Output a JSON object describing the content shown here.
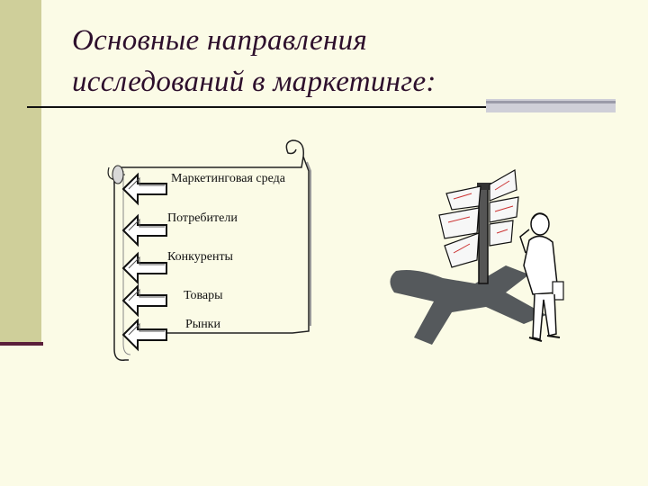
{
  "slide": {
    "title_line1": "Основные направления",
    "title_line2": "исследований в маркетинге:"
  },
  "directions": {
    "items": [
      {
        "label": "Маркетинговая среда"
      },
      {
        "label": "Потребители"
      },
      {
        "label": "Конкуренты"
      },
      {
        "label": "Товары"
      },
      {
        "label": "Рынки"
      }
    ]
  },
  "icons": {
    "scroll": "scroll-icon",
    "arrow": "arrow-left-icon",
    "signpost": "signpost-illustration"
  },
  "colors": {
    "background": "#fbfbe6",
    "side_bar": "#cfcf9a",
    "title_text": "#2d0f2c",
    "accent_line": "#5a1e3a"
  }
}
